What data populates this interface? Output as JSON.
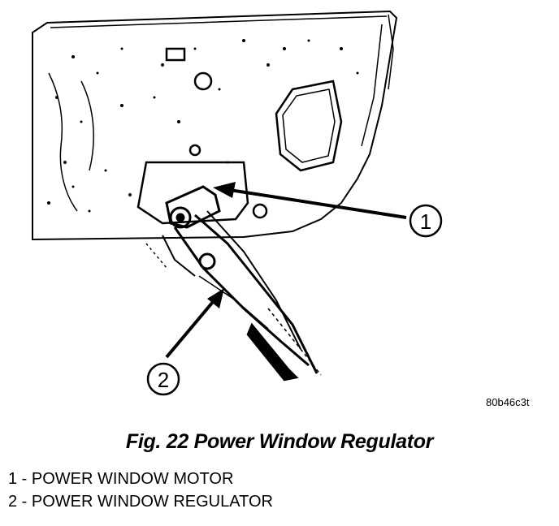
{
  "figure": {
    "image_id": "80b46c3t",
    "caption": "Fig. 22 Power Window Regulator",
    "callouts": [
      {
        "number": "1",
        "label": "POWER WINDOW MOTOR"
      },
      {
        "number": "2",
        "label": "POWER WINDOW REGULATOR"
      }
    ]
  },
  "legend": [
    "1 - POWER WINDOW MOTOR",
    "2 - POWER WINDOW REGULATOR"
  ]
}
